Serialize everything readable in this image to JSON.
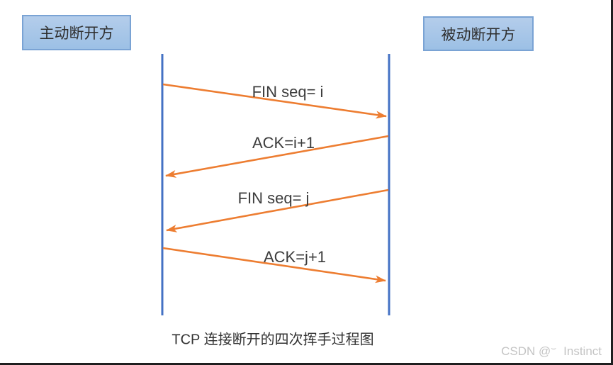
{
  "diagram": {
    "left_actor": "主动断开方",
    "right_actor": "被动断开方",
    "messages": [
      {
        "label": "FIN seq= i",
        "from": "left_actor",
        "to": "right_actor"
      },
      {
        "label": "ACK=i+1",
        "from": "right_actor",
        "to": "left_actor"
      },
      {
        "label": "FIN seq= j",
        "from": "right_actor",
        "to": "left_actor"
      },
      {
        "label": "ACK=j+1",
        "from": "left_actor",
        "to": "right_actor"
      }
    ],
    "caption": "TCP 连接断开的四次挥手过程图"
  },
  "watermark": {
    "prefix": "CSDN @",
    "squiggle": "⌣",
    "name": "Instinct"
  },
  "colors": {
    "actor_box_fill_top": "#b4cdeb",
    "actor_box_fill_bottom": "#9cc0e5",
    "actor_box_border": "#7aa3d4",
    "lifeline": "#4472c4",
    "arrow": "#ed7d31",
    "text": "#3d3d3d",
    "watermark": "#c4c4c4",
    "frame_border": "#1f1f1f"
  }
}
